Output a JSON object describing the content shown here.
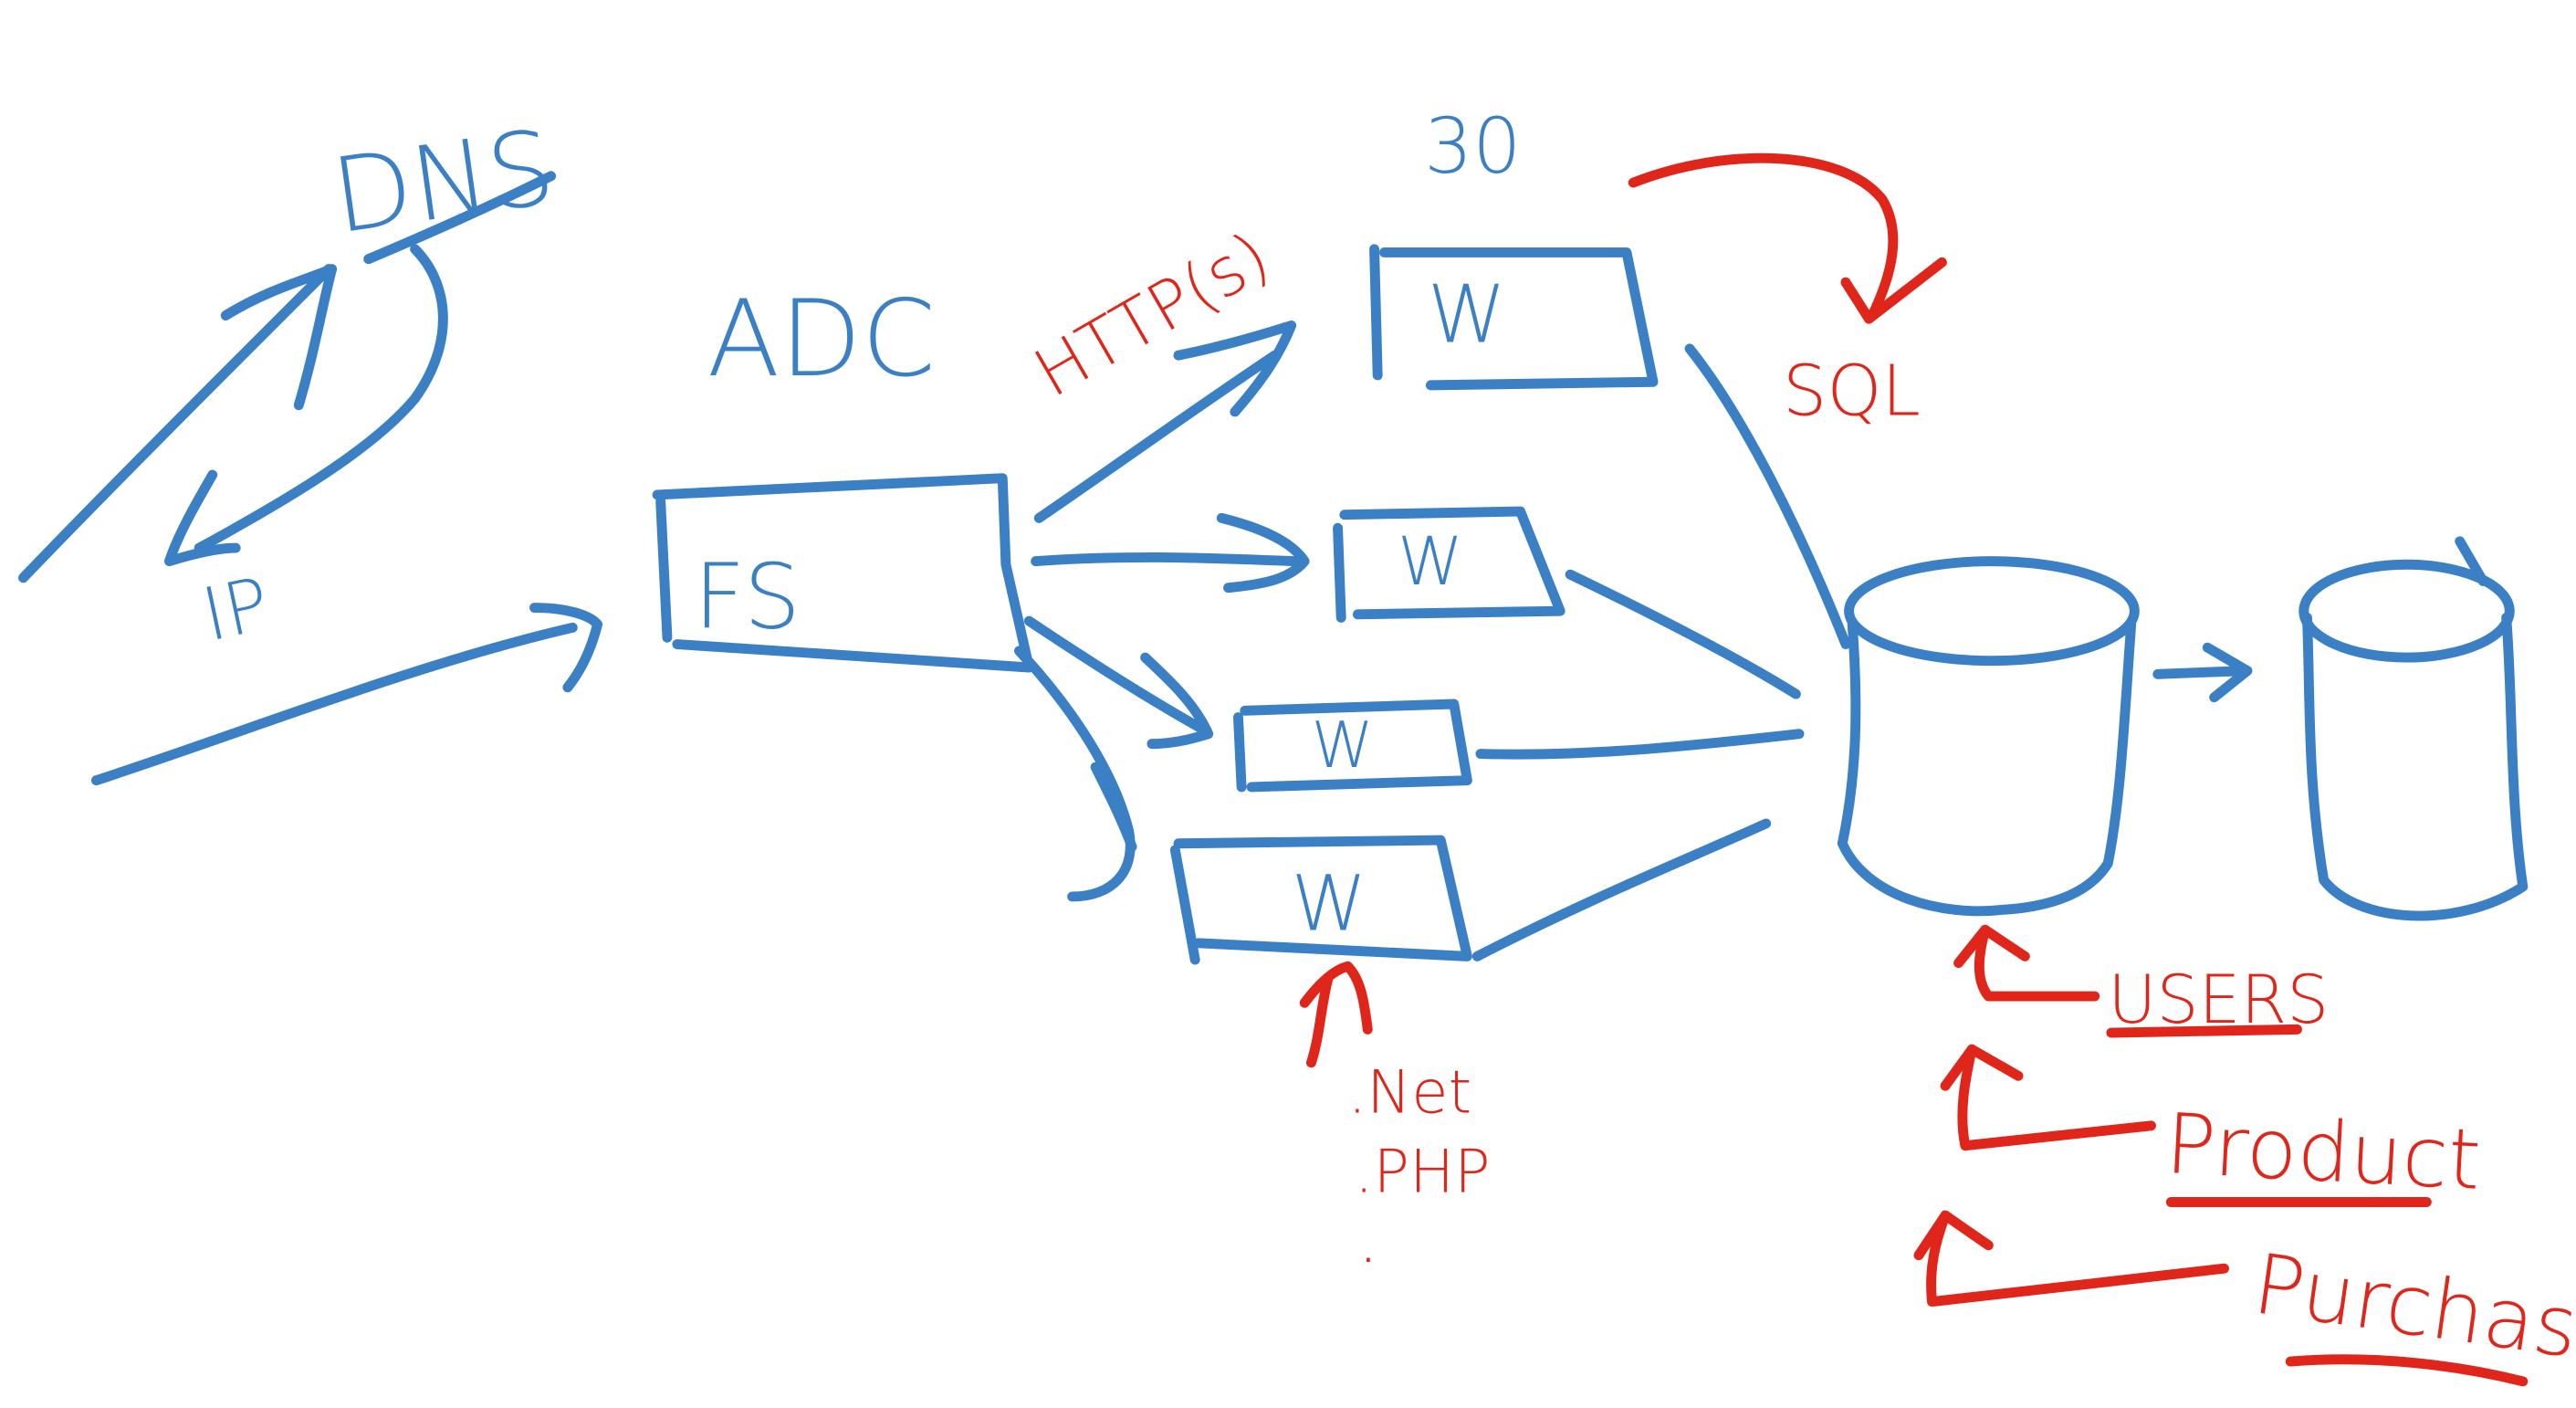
{
  "colors": {
    "blue_ink": "#3b7fc4",
    "red_ink": "#e0261b",
    "background": "#ffffff"
  },
  "labels": {
    "dns": "DNS",
    "ip": "IP",
    "adc": "ADC",
    "fs": "FS",
    "http": "HTTP(s)",
    "count": "30",
    "sql": "SQL",
    "web": "W",
    "net": ".Net",
    "php": ".PHP",
    "more": "."
  },
  "tables": [
    "USERS",
    "Product",
    "Purchases"
  ]
}
